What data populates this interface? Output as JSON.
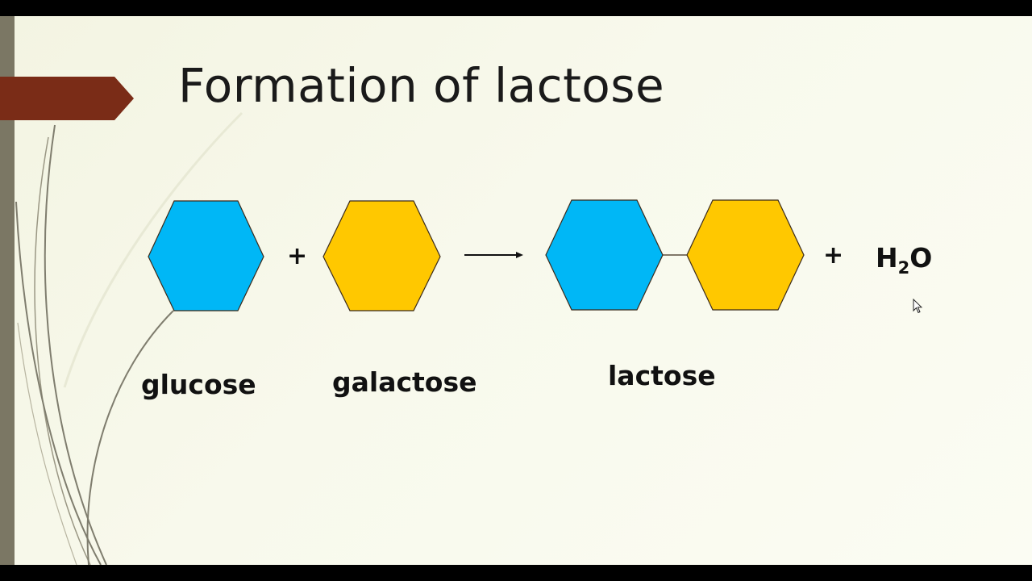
{
  "slide": {
    "title": "Formation of lactose"
  },
  "diagram": {
    "reactants": [
      {
        "name": "glucose",
        "color": "#00b7f6"
      },
      {
        "name": "galactose",
        "color": "#ffc800"
      }
    ],
    "plus_sign": "+",
    "product": {
      "name": "lactose"
    },
    "byproduct": {
      "element_h": "H",
      "subscript": "2",
      "element_o": "O"
    }
  },
  "colors": {
    "banner": "#7a2c17",
    "left_bar": "#7b7764",
    "hex_outline": "#3a2a1a",
    "text": "#111111"
  },
  "icons": [
    "arrow-right-icon",
    "mouse-cursor-icon"
  ]
}
